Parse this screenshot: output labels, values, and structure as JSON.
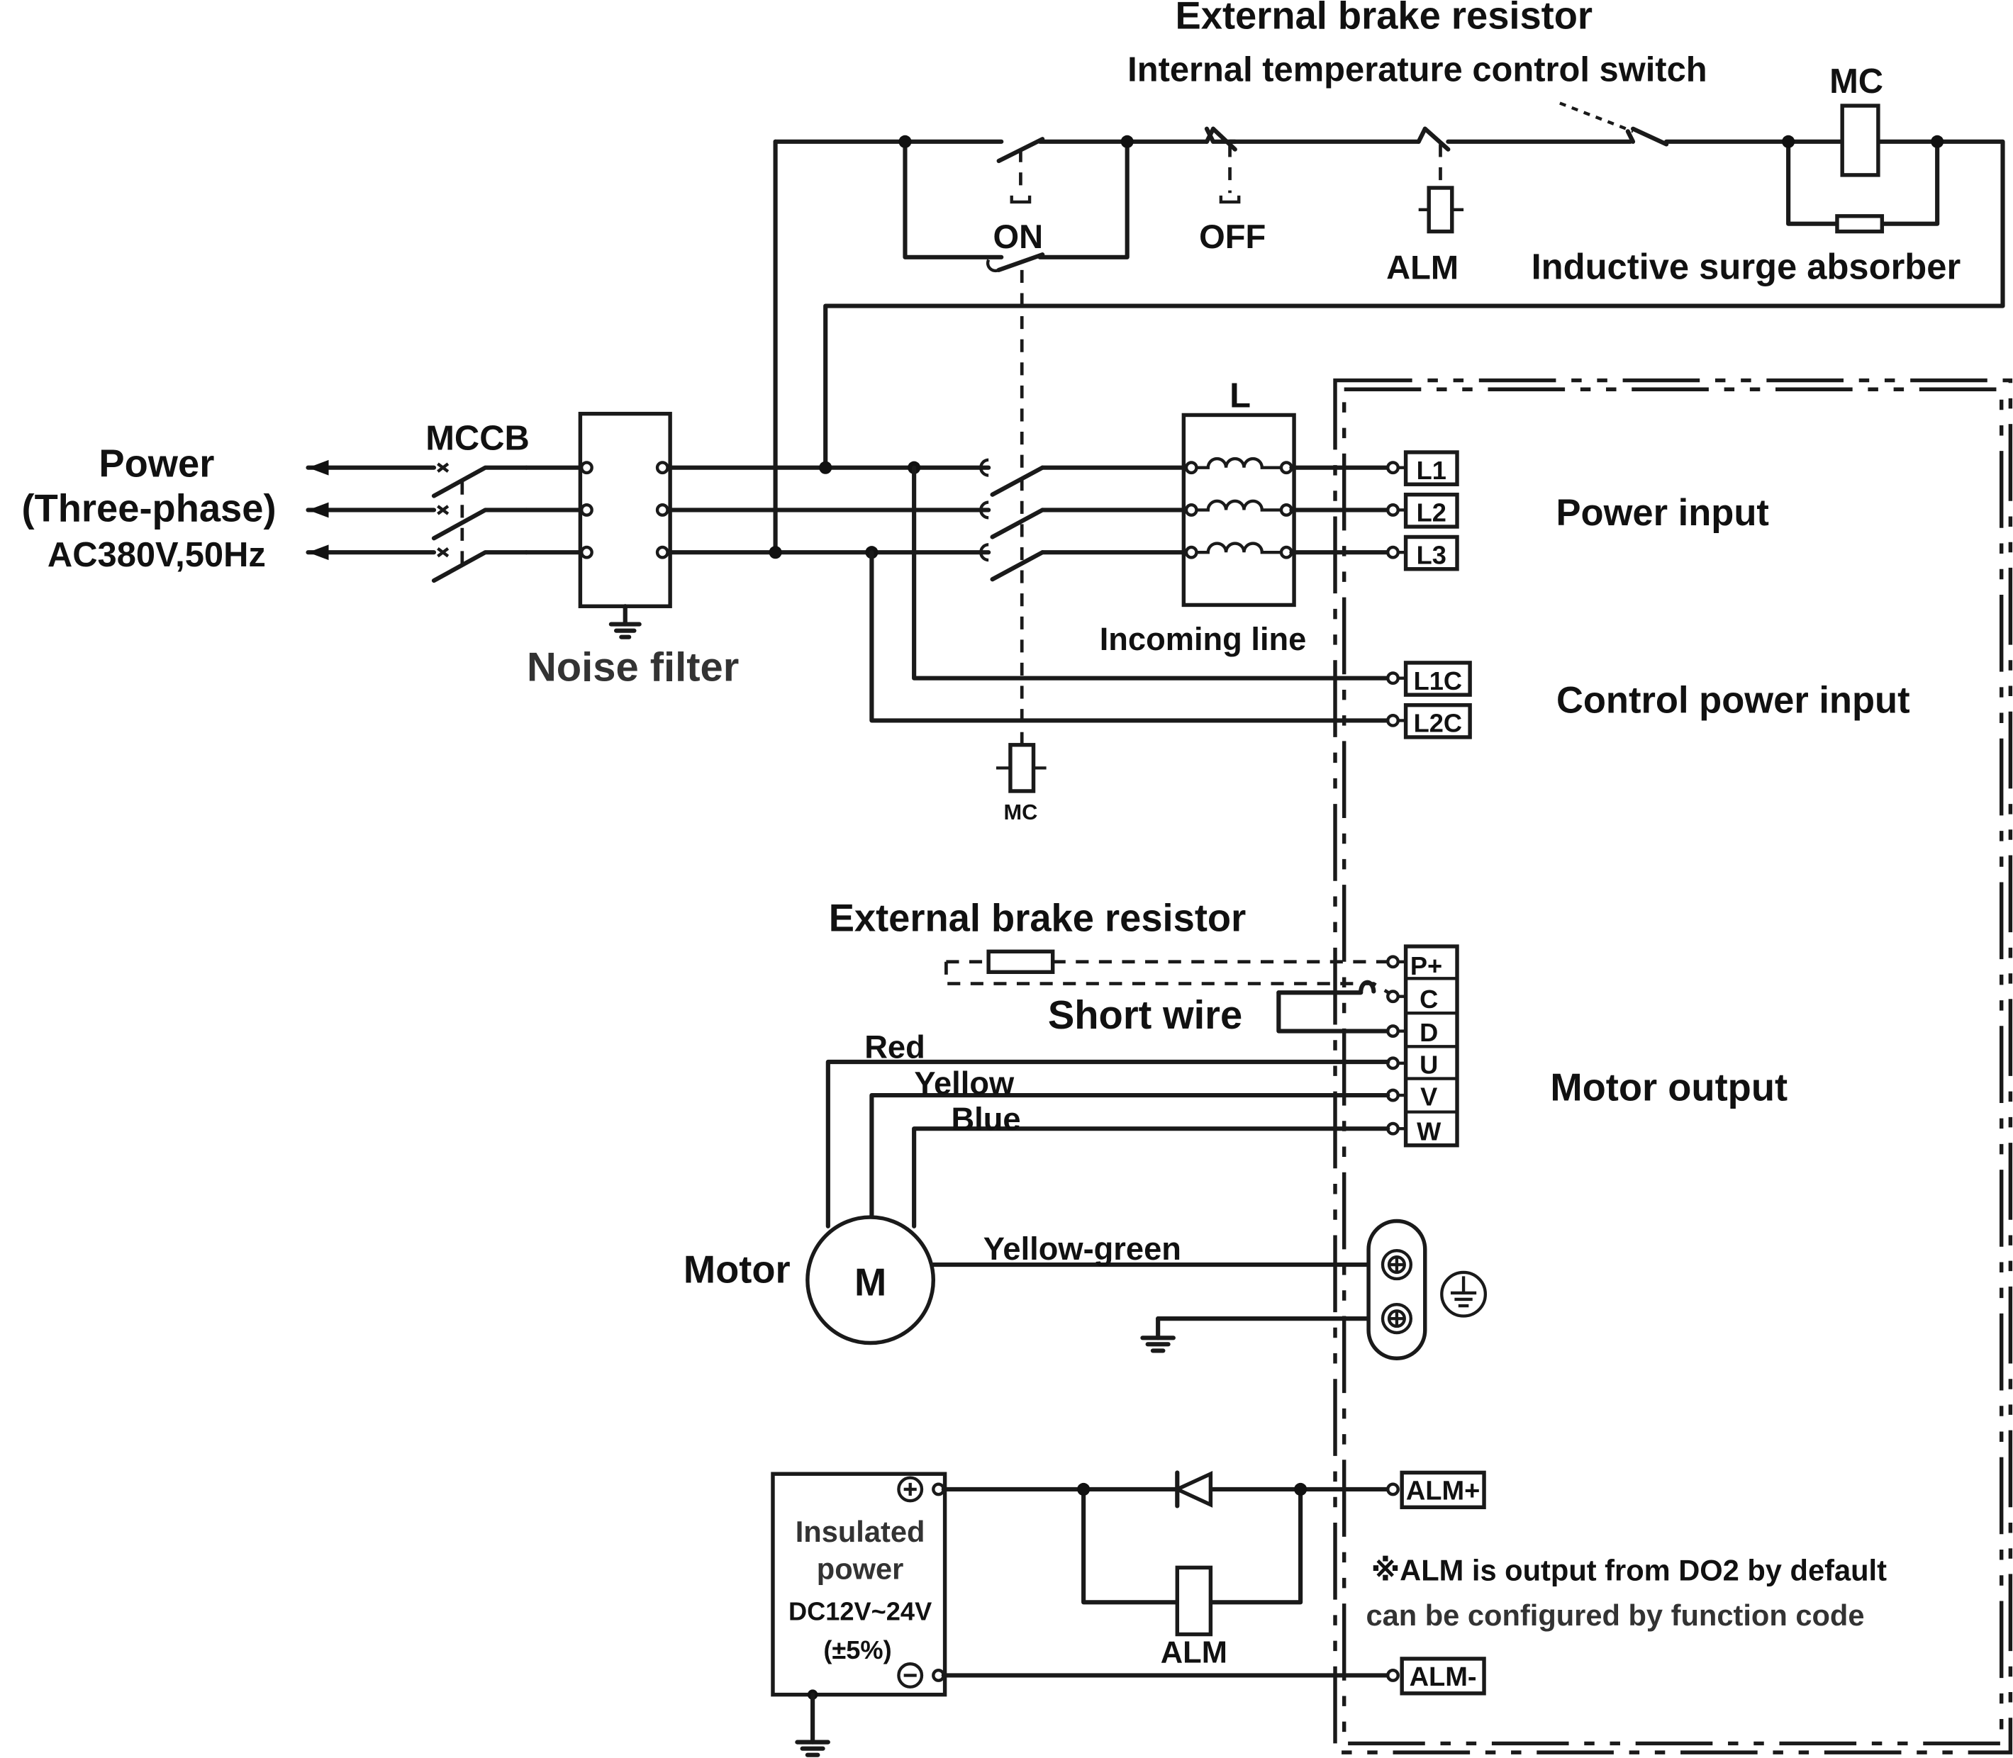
{
  "labels": {
    "top_brake_resistor": "External brake resistor",
    "temp_switch": "Internal temperature control switch",
    "mc_top": "MC",
    "on": "ON",
    "off": "OFF",
    "alm_coil": "ALM",
    "surge_absorber": "Inductive surge absorber",
    "power_line1": "Power",
    "power_line2": "(Three-phase)",
    "power_line3": "AC380V,50Hz",
    "mccb": "MCCB",
    "noise_filter": "Noise filter",
    "reactor": "L",
    "incoming_line": "Incoming line",
    "mc_coil": "MC",
    "power_input": "Power input",
    "control_power_input": "Control power input",
    "mid_brake_resistor": "External brake resistor",
    "short_wire": "Short wire",
    "red": "Red",
    "yellow": "Yellow",
    "blue": "Blue",
    "motor_output": "Motor output",
    "motor": "Motor",
    "motor_symbol": "M",
    "yellow_green": "Yellow-green",
    "insulated1": "Insulated",
    "insulated2": "power",
    "insulated3": "DC12V~24V",
    "insulated4": "(±5%)",
    "alm_relay": "ALM",
    "note1": "※ALM is output from DO2 by default",
    "note2": "can be configured by function code"
  },
  "terminals": {
    "l1": "L1",
    "l2": "L2",
    "l3": "L3",
    "l1c": "L1C",
    "l2c": "L2C",
    "p": "P+",
    "c": "C",
    "d": "D",
    "u": "U",
    "v": "V",
    "w": "W",
    "alm_plus": "ALM+",
    "alm_minus": "ALM-"
  }
}
